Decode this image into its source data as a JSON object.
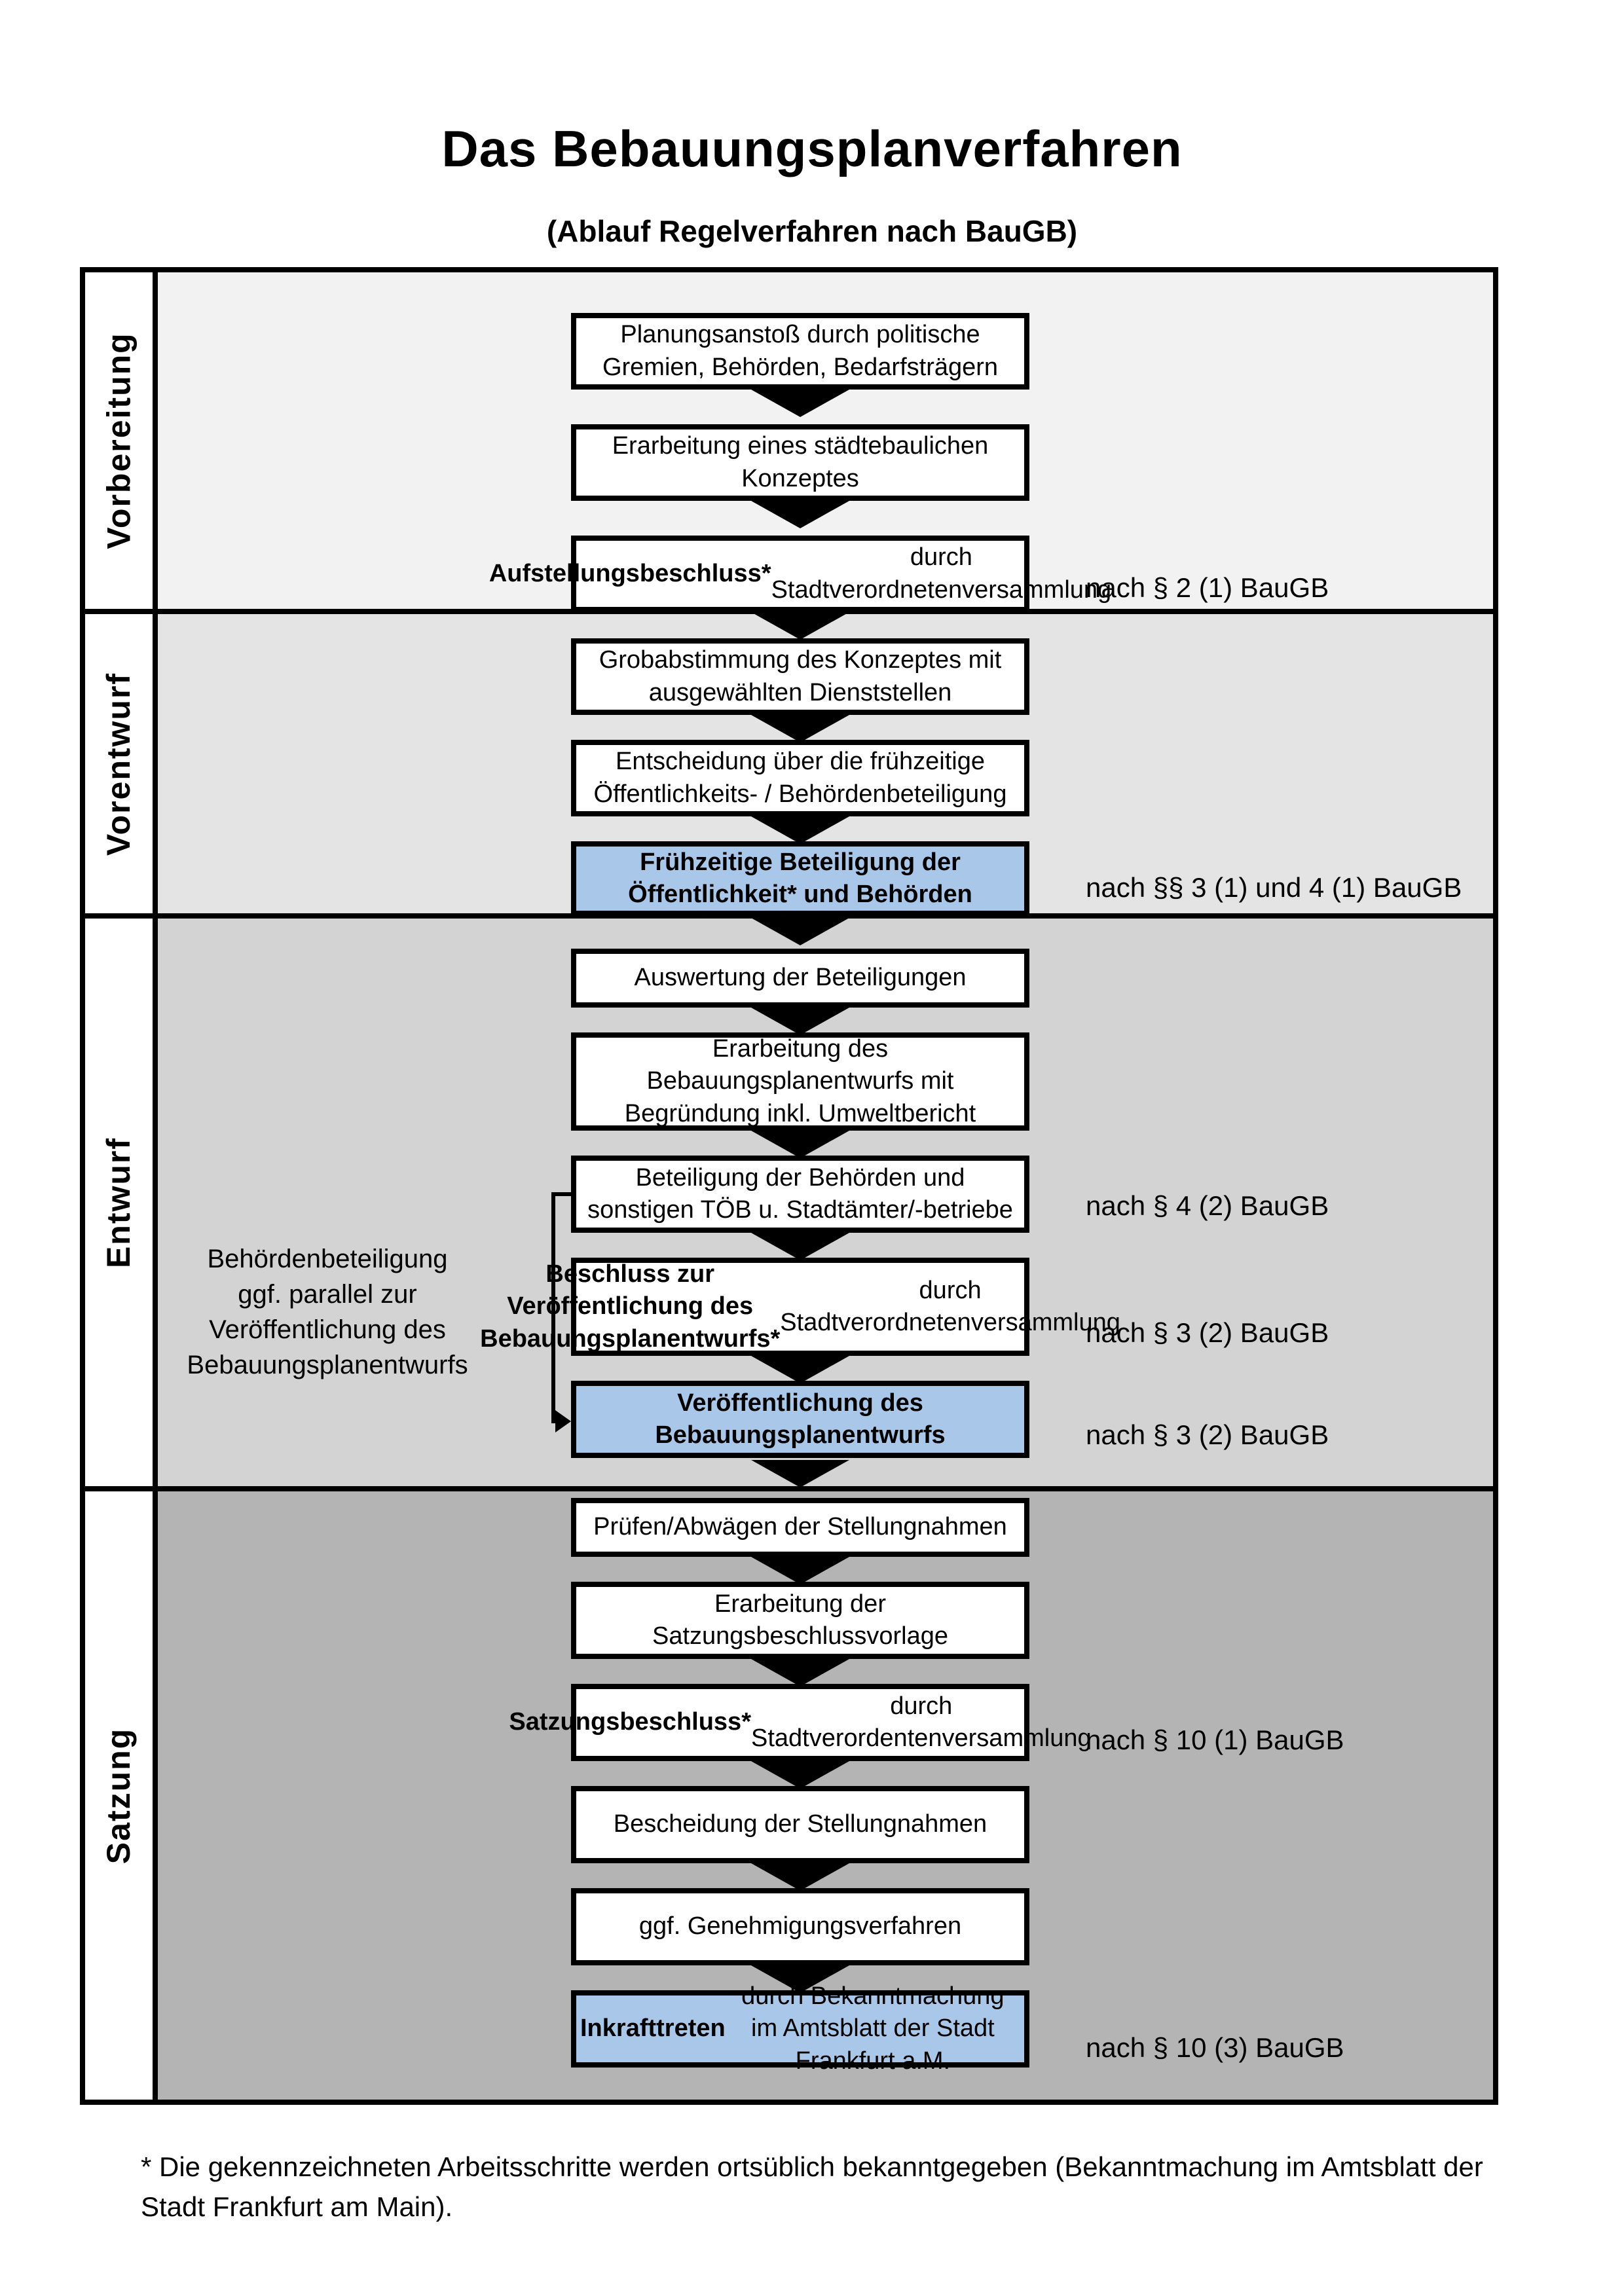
{
  "title": "Das Bebauungsplanverfahren",
  "subtitle": "(Ablauf Regelverfahren nach BauGB)",
  "colors": {
    "highlight_blue": "#a9c7e8",
    "section_vorbereitung": "#f2f2f2",
    "section_vorentwurf": "#e4e4e4",
    "section_entwurf": "#d3d3d3",
    "section_satzung": "#b4b4b4",
    "box_bg": "#ffffff",
    "line": "#000000"
  },
  "sections": [
    {
      "label": "Vorbereitung"
    },
    {
      "label": "Vorentwurf"
    },
    {
      "label": "Entwurf"
    },
    {
      "label": "Satzung"
    }
  ],
  "boxes": [
    {
      "bold": "",
      "text": "Planungsanstoß durch politische\nGremien, Behörden, Bedarfsträgern"
    },
    {
      "bold": "",
      "text": "Erarbeitung eines städtebaulichen\nKonzeptes"
    },
    {
      "bold": "Aufstellungsbeschluss*",
      "text": " durch\nStadtverordnetenversammlung"
    },
    {
      "bold": "",
      "text": "Grobabstimmung des Konzeptes mit\nausgewählten Dienststellen"
    },
    {
      "bold": "",
      "text": "Entscheidung über die frühzeitige\nÖffentlichkeits- / Behördenbeteiligung"
    },
    {
      "bold": "Frühzeitige Beteiligung der\nÖffentlichkeit* und Behörden",
      "text": ""
    },
    {
      "bold": "",
      "text": "Auswertung der Beteiligungen"
    },
    {
      "bold": "",
      "text": "Erarbeitung des\nBebauungsplanentwurfs mit\nBegründung inkl. Umweltbericht"
    },
    {
      "bold": "",
      "text": "Beteiligung der Behörden und\nsonstigen TÖB u. Stadtämter/-betriebe"
    },
    {
      "bold": "Beschluss zur Veröffentlichung des\nBebauungsplanentwurfs*",
      "text": " durch\nStadtverordnetenversammlung"
    },
    {
      "bold": "Veröffentlichung des\nBebauungsplanentwurfs",
      "text": ""
    },
    {
      "bold": "",
      "text": "Prüfen/Abwägen der Stellungnahmen"
    },
    {
      "bold": "",
      "text": "Erarbeitung der\nSatzungsbeschlussvorlage"
    },
    {
      "bold": "Satzungsbeschluss*",
      "text": " durch\nStadtverordentenversammlung"
    },
    {
      "bold": "",
      "text": "Bescheidung der Stellungnahmen"
    },
    {
      "bold": "",
      "text": "ggf. Genehmigungsverfahren"
    },
    {
      "bold": "Inkrafttreten",
      "text": " durch Bekanntmachung\nim Amtsblatt der Stadt Frankfurt a.M."
    }
  ],
  "annotations": [
    "nach § 2 (1) BauGB",
    "nach §§ 3 (1) und 4 (1) BauGB",
    "nach § 4 (2) BauGB",
    "nach § 3 (2) BauGB",
    "nach § 3 (2) BauGB",
    "nach § 10 (1) BauGB",
    "nach § 10 (3) BauGB"
  ],
  "side_note": "Behördenbeteiligung\nggf. parallel zur\nVeröffentlichung des\nBebauungsplanentwurfs",
  "footnote": "* Die gekennzeichneten Arbeitsschritte werden ortsüblich bekanntgegeben (Bekanntmachung im Amtsblatt der Stadt Frankfurt am Main)."
}
